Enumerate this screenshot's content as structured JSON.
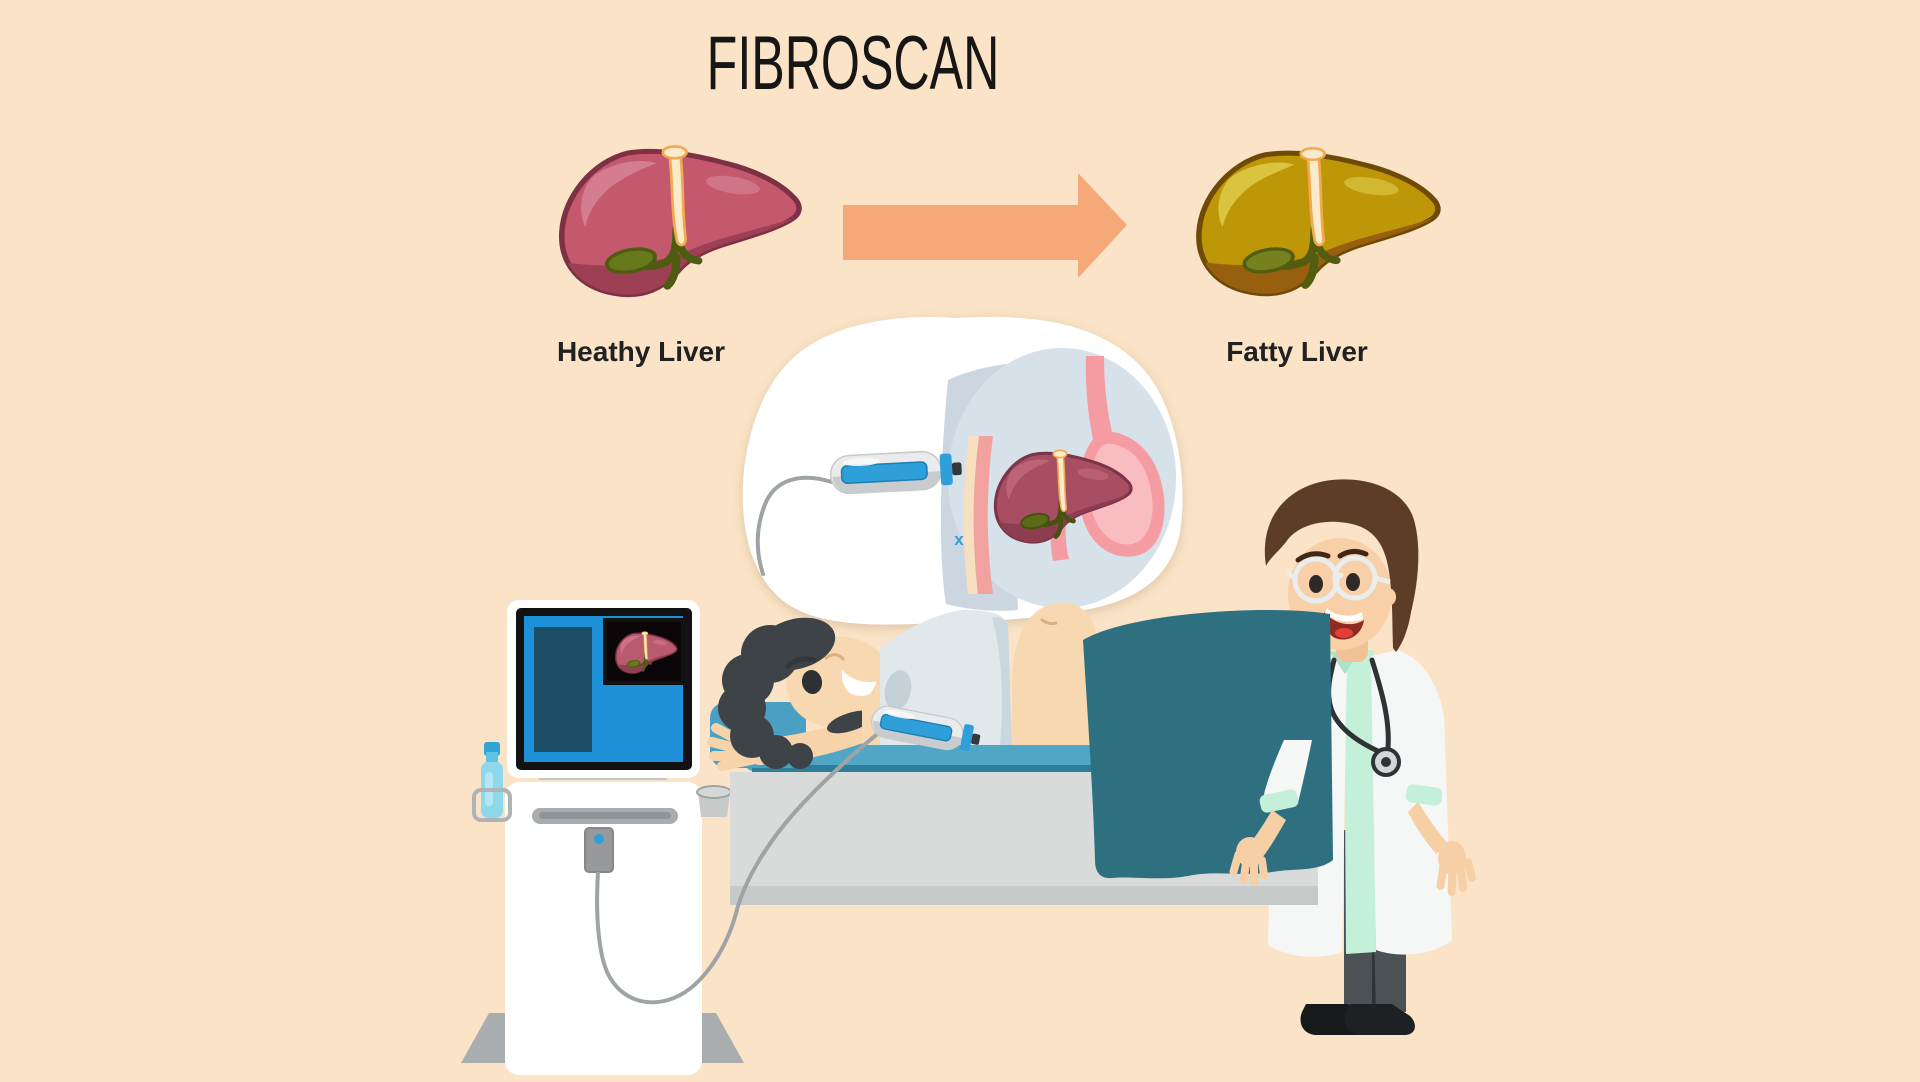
{
  "title": "FIBROSCAN",
  "comparison": {
    "healthy_label": "Heathy Liver",
    "fatty_label": "Fatty Liver",
    "arrow_direction": "right"
  },
  "scan_bubble": {
    "marker": "x",
    "contents": [
      "ultrasound-probe",
      "skin-layer",
      "liver-cross-section",
      "stomach",
      "esophagus"
    ]
  },
  "scene": {
    "elements": [
      "fibroscan-machine",
      "gel-bottle",
      "probe-holder-cup",
      "examination-bed",
      "pillow",
      "patient",
      "chest-probe",
      "probe-cable",
      "blanket",
      "doctor"
    ]
  },
  "palette": {
    "background": "#FAE3C6",
    "title_color": "#161616",
    "arrow": "#F5A878",
    "healthy_liver_main": "#C4586C",
    "healthy_liver_shadow": "#9E4054",
    "fatty_liver_main": "#BD9707",
    "fatty_liver_shadow": "#98600E",
    "gallbladder": "#68791C",
    "ligament": "#FAEBCA",
    "ligament_outline": "#F1A952",
    "bubble_fill": "#FFFFFF",
    "body_silhouette": "#D7E1EA",
    "skin_layer_pink": "#F1A29F",
    "stomach_pink": "#F59CA3",
    "patient_skin": "#F8D8B0",
    "patient_hair": "#3E4347",
    "patient_shirt": "#E0E8EC",
    "mattress": "#4FA6C6",
    "bed_frame": "#D8DBDA",
    "blanket": "#2F7080",
    "doctor_hair": "#5E3D27",
    "doctor_coat": "#F5F7F6",
    "doctor_shirt": "#C4F0D9",
    "doctor_pants": "#4C5156",
    "machine_screen": "#1E90D8",
    "machine_screen_panel": "#1C4E66",
    "probe_accent": "#2E9FD9",
    "cable": "#9EA3A5"
  }
}
